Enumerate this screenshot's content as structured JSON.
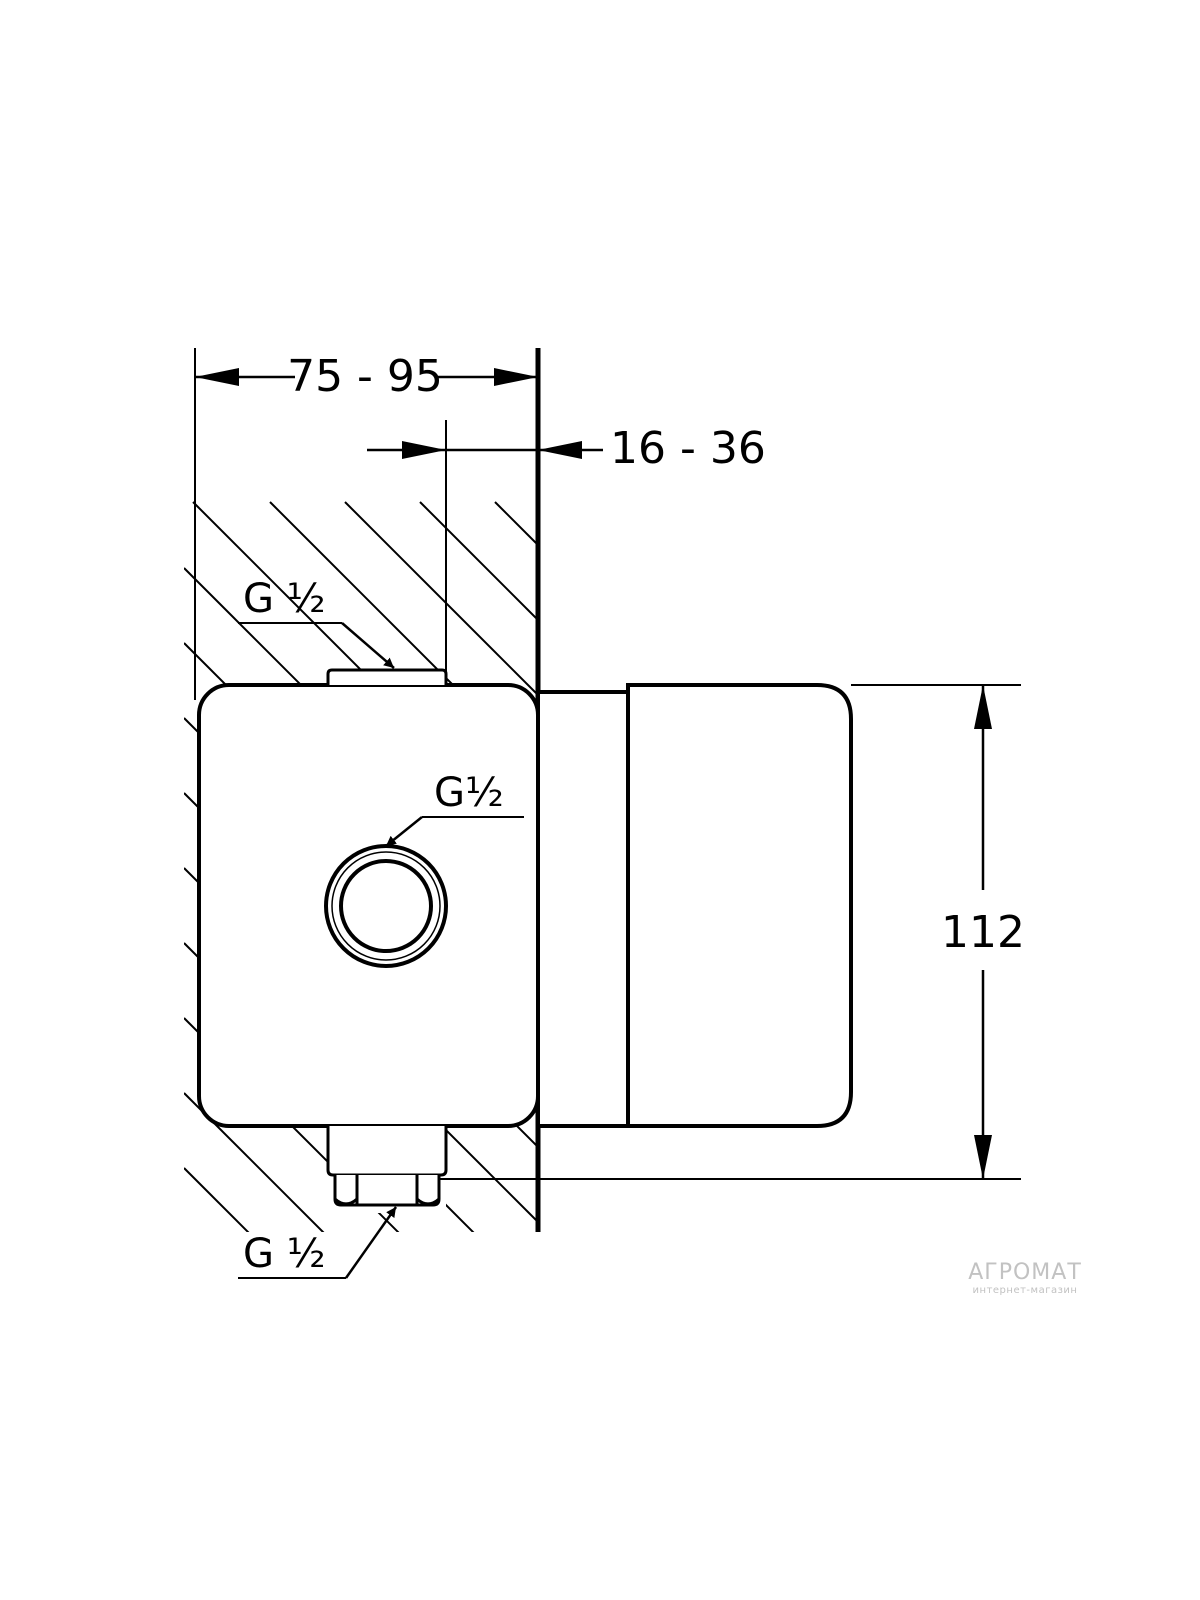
{
  "dimensions": {
    "depth_range": "75 - 95",
    "wall_range": "16 - 36",
    "height": "112"
  },
  "thread_labels": {
    "top": "G ½",
    "side": "G½",
    "bottom": "G ½"
  },
  "watermark": {
    "brand": "АГРОМАТ",
    "tagline": "интернет-магазин"
  }
}
